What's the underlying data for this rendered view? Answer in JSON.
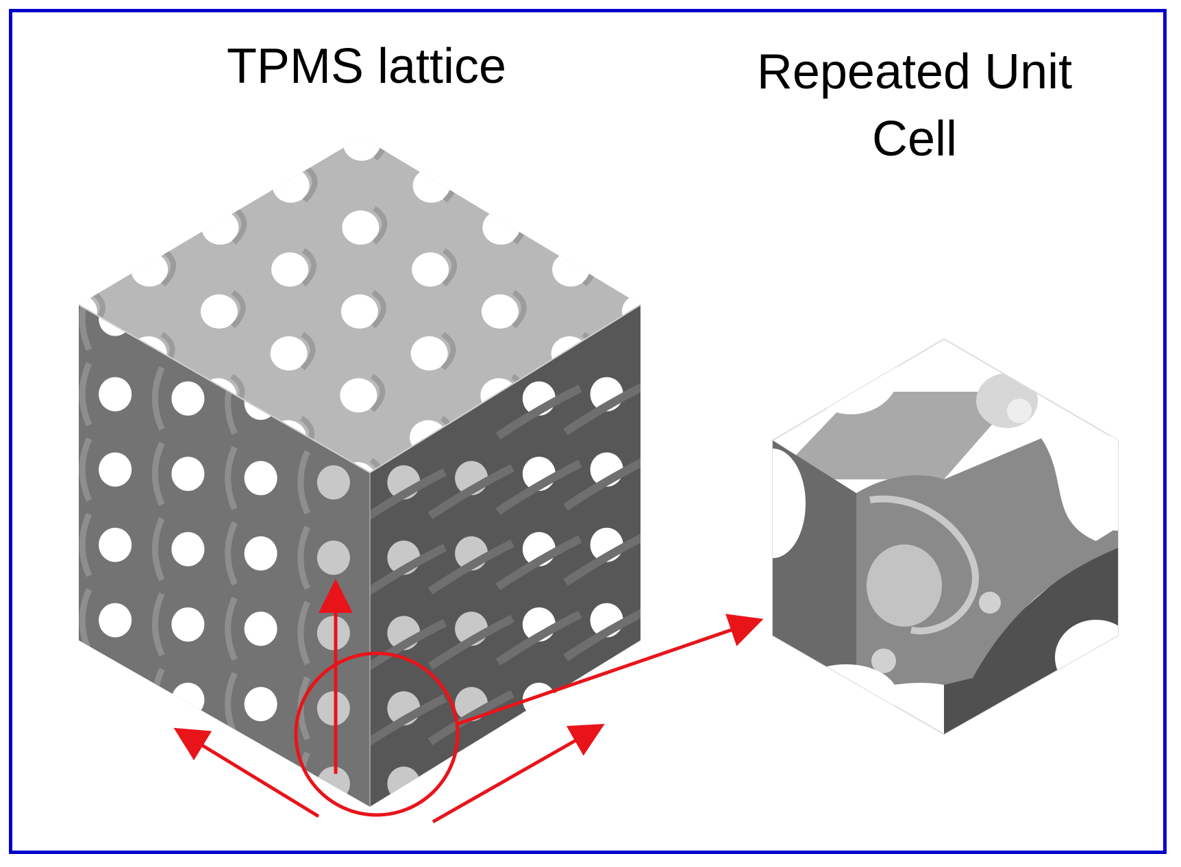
{
  "titles": {
    "lattice": "TPMS lattice",
    "unit_cell_line1": "Repeated Unit",
    "unit_cell_line2": "Cell"
  },
  "colors": {
    "frame_border": "#0000cc",
    "annotation": "#e8141a",
    "top_face": "#b8b8b8",
    "left_face": "#727272",
    "right_face": "#555555",
    "pore": "#ffffff"
  }
}
